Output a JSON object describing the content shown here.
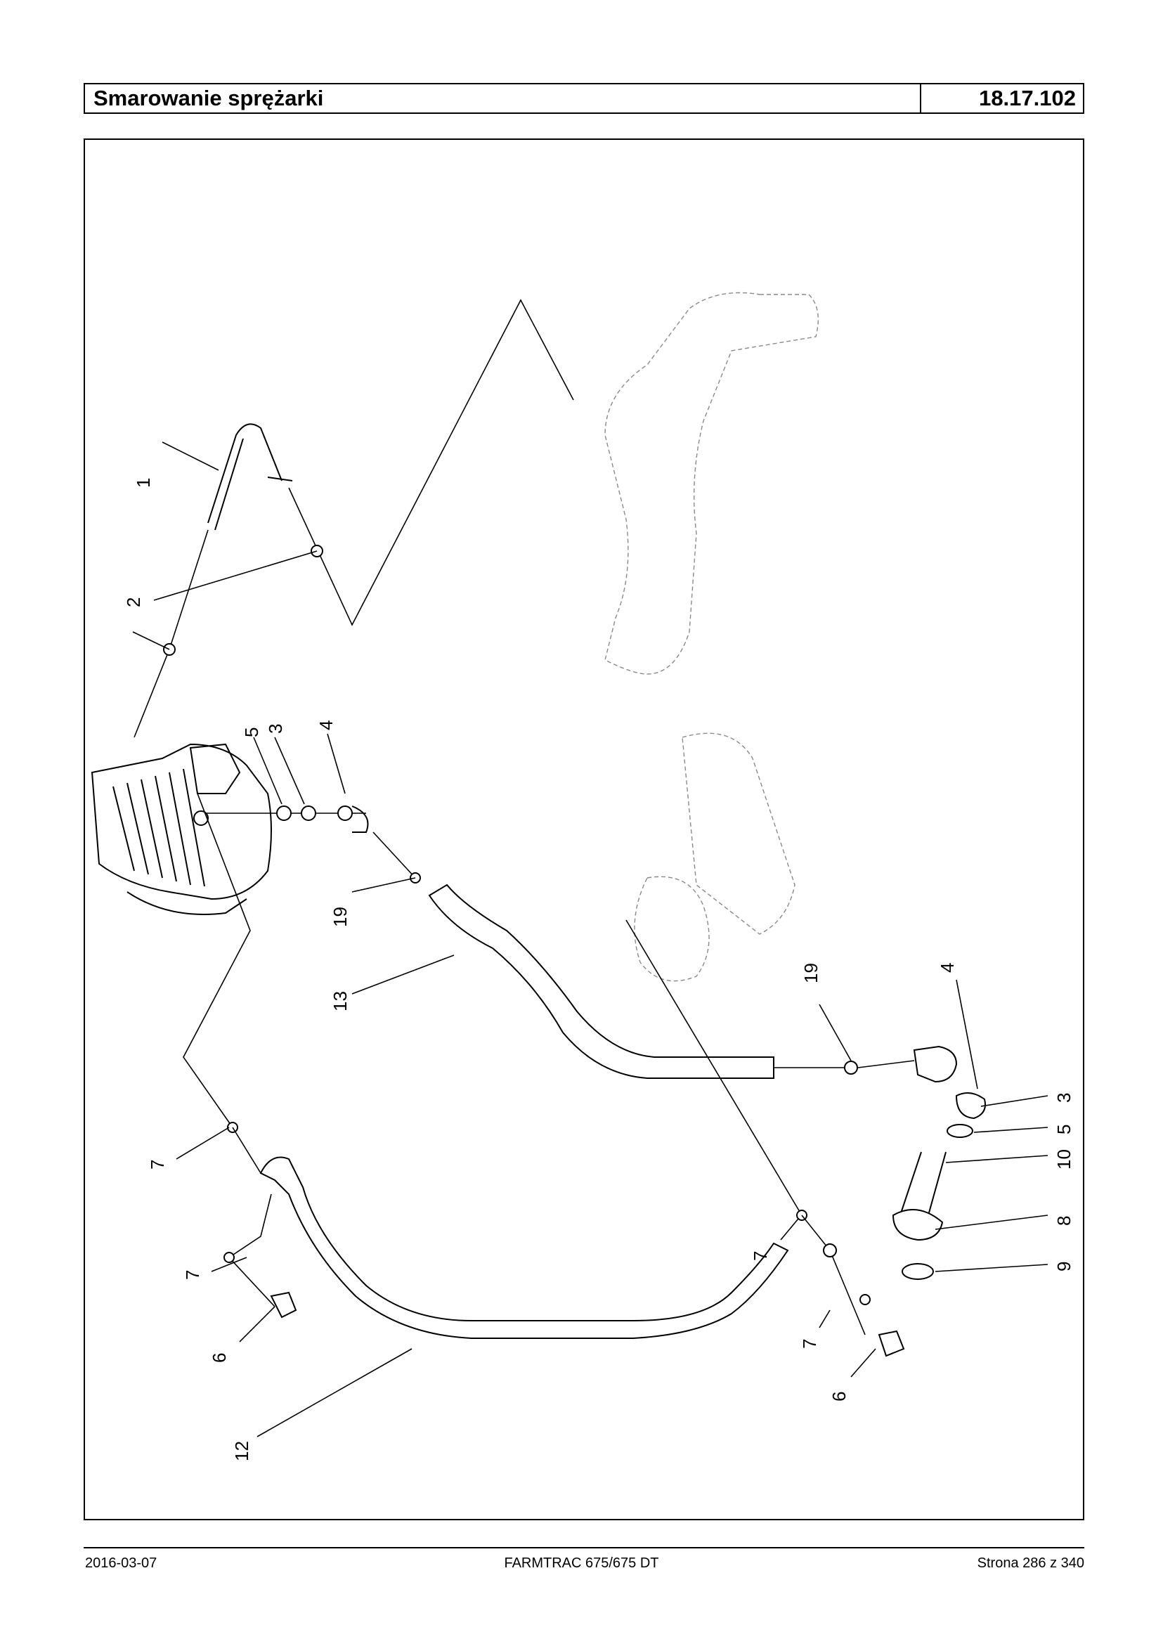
{
  "header": {
    "title": "Smarowanie sprężarki",
    "code": "18.17.102"
  },
  "callouts": {
    "c1": "1",
    "c2": "2",
    "c5a": "5",
    "c3a": "3",
    "c4a": "4",
    "c19a": "19",
    "c13": "13",
    "c19b": "19",
    "c4b": "4",
    "c3b": "3",
    "c5b": "5",
    "c10": "10",
    "c8": "8",
    "c9": "9",
    "c7a": "7",
    "c7b": "7",
    "c6a": "6",
    "c12": "12",
    "c7c": "7",
    "c7d": "7",
    "c6b": "6"
  },
  "footer": {
    "date": "2016-03-07",
    "model": "FARMTRAC 675/675 DT",
    "page": "Strona 286 z 340"
  }
}
